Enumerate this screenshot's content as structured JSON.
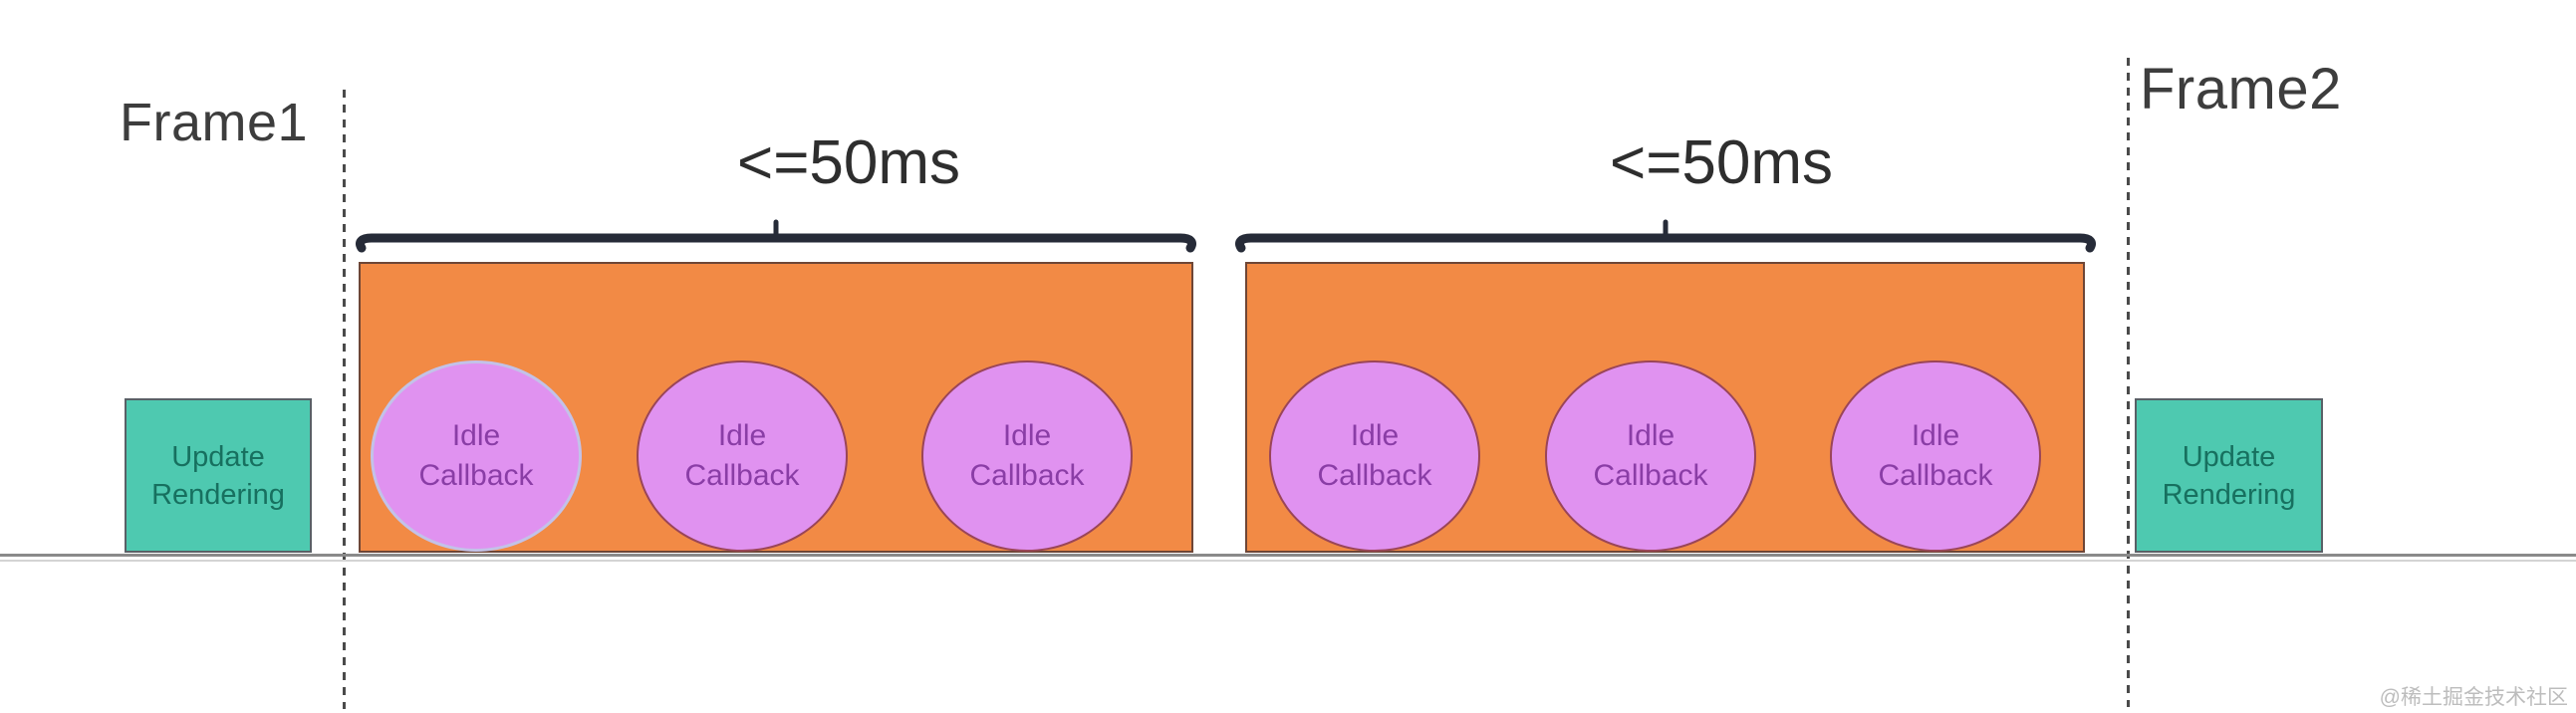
{
  "frames": [
    {
      "label": "Frame1"
    },
    {
      "label": "Frame2"
    }
  ],
  "idle_periods": [
    {
      "duration_label": "<=50ms",
      "callbacks": [
        {
          "line1": "Idle",
          "line2": "Callback"
        },
        {
          "line1": "Idle",
          "line2": "Callback"
        },
        {
          "line1": "Idle",
          "line2": "Callback"
        }
      ]
    },
    {
      "duration_label": "<=50ms",
      "callbacks": [
        {
          "line1": "Idle",
          "line2": "Callback"
        },
        {
          "line1": "Idle",
          "line2": "Callback"
        },
        {
          "line1": "Idle",
          "line2": "Callback"
        }
      ]
    }
  ],
  "update_rendering_boxes": [
    {
      "line1": "Update",
      "line2": "Rendering"
    },
    {
      "line1": "Update",
      "line2": "Rendering"
    }
  ],
  "watermark": "@稀土掘金技术社区",
  "colors": {
    "idle_block_fill": "#f28a45",
    "idle_block_border": "#6e4636",
    "callback_fill": "#e092f0",
    "callback_border": "#9a4558",
    "callback_highlight_border": "#c3c2e8",
    "callback_text": "#8a3da6",
    "update_box_fill": "#4ec9b0",
    "update_box_text": "#17705f",
    "brace": "#262b38",
    "frame_text": "#3d3d3d",
    "baseline": "#8a8a8a",
    "boundary_dash": "#4a4a4a"
  }
}
